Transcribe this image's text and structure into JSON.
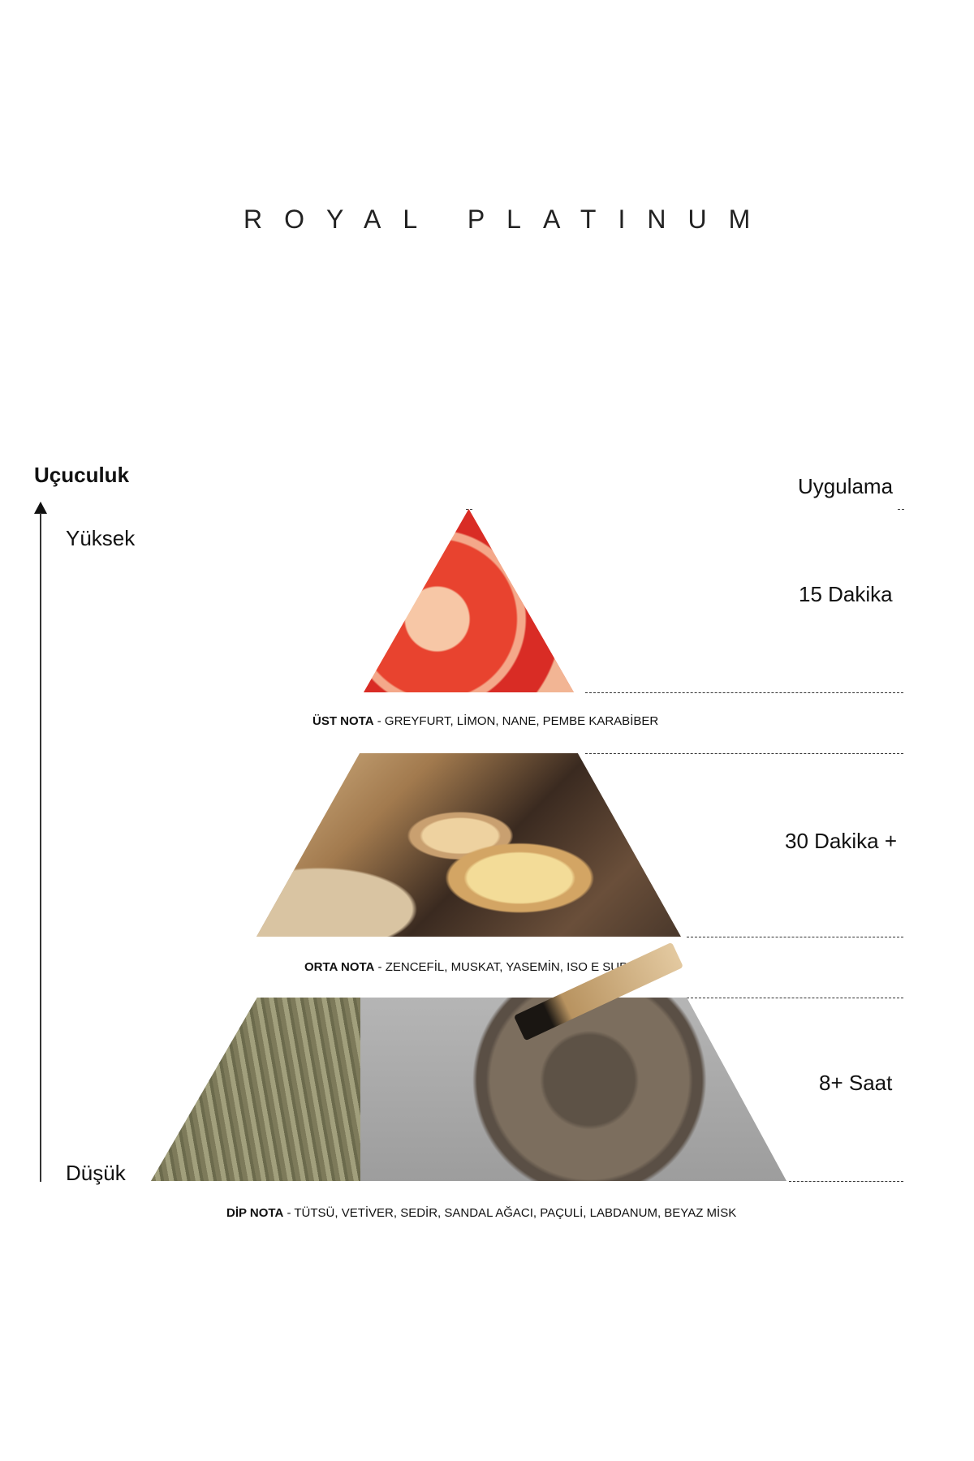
{
  "title": "ROYAL PLATINUM",
  "left_axis": {
    "heading": "Uçuculuk",
    "high": "Yüksek",
    "low": "Düşük"
  },
  "right_axis": {
    "heading": "Uygulama",
    "tiers": [
      "15 Dakika",
      "30 Dakika +",
      "8+ Saat"
    ]
  },
  "notes": {
    "top": {
      "label": "ÜST NOTA",
      "sep": " - ",
      "items": "GREYFURT, LİMON, NANE, PEMBE KARABİBER"
    },
    "middle": {
      "label": "ORTA NOTA",
      "sep": " - ",
      "items": "ZENCEFİL, MUSKAT, YASEMİN, ISO E SUPER,"
    },
    "base": {
      "label": "DİP NOTA",
      "sep": " - ",
      "items": "TÜTSÜ, VETİVER, SEDİR, SANDAL AĞACI, PAÇULİ, LABDANUM, BEYAZ MİSK"
    }
  }
}
